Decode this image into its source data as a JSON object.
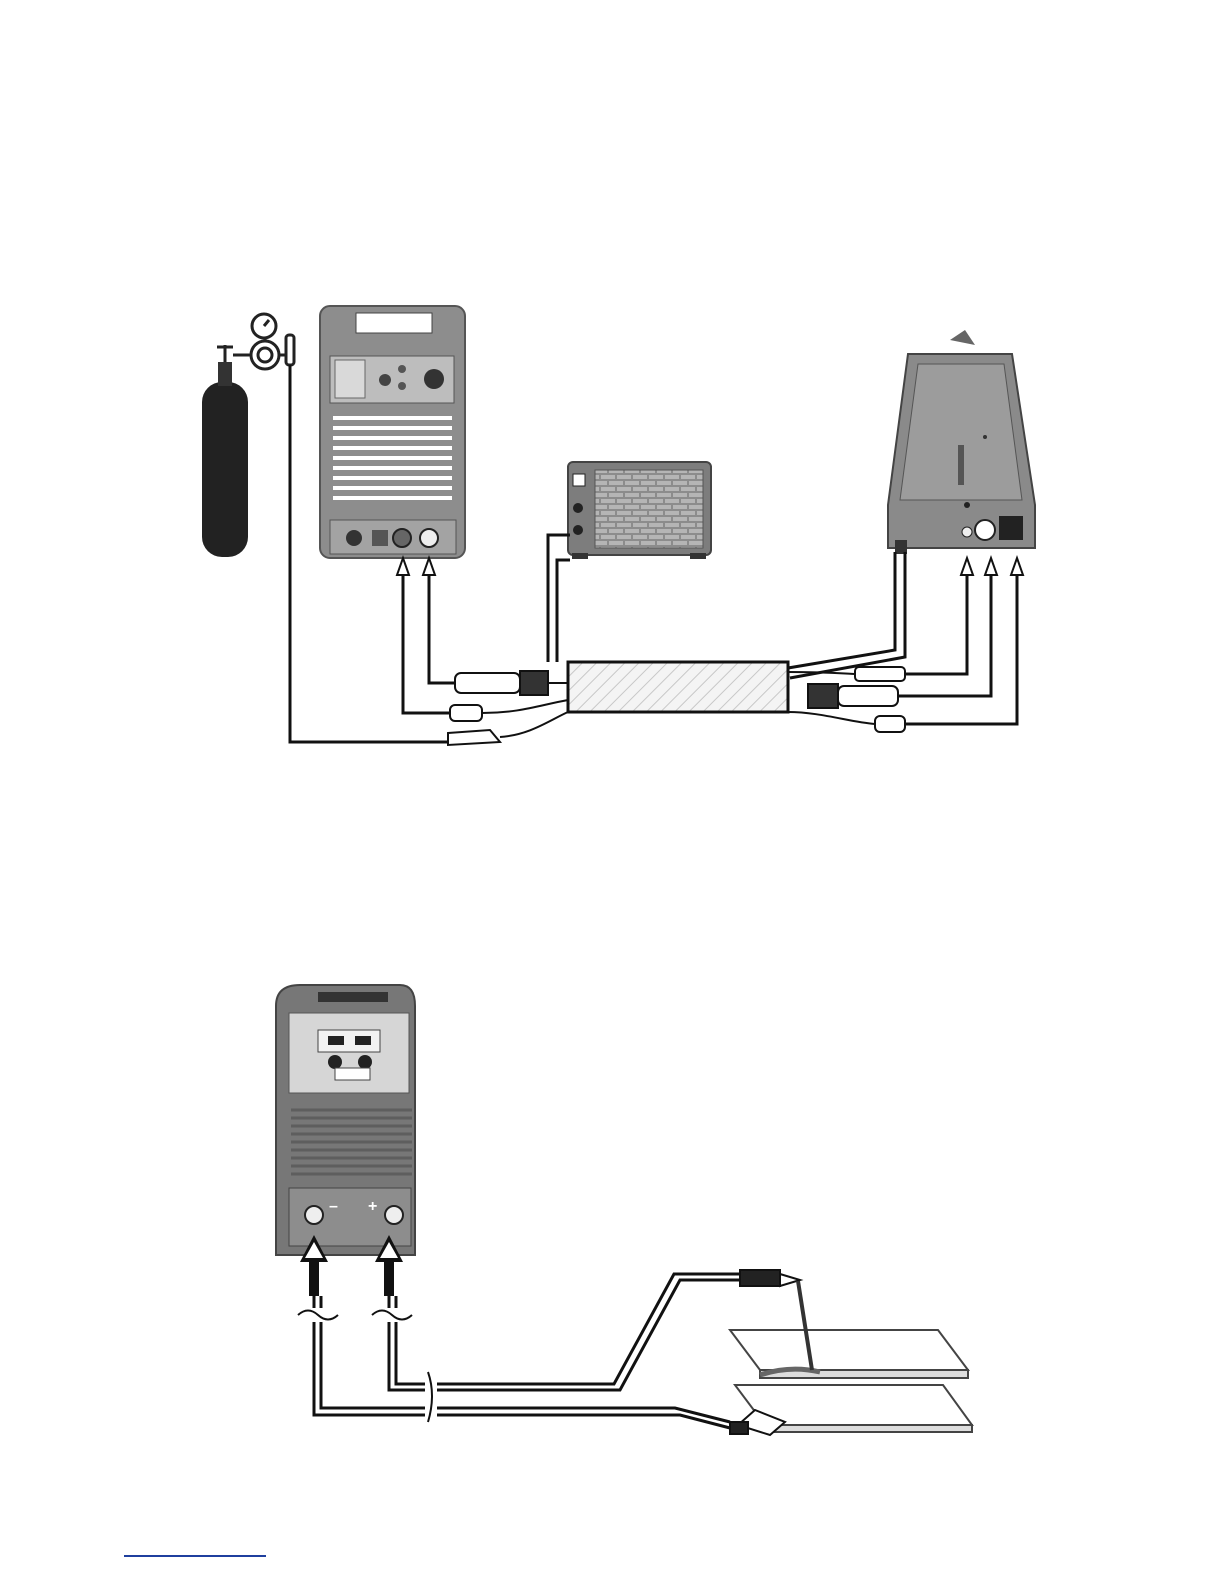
{
  "figure1": {
    "components": [
      "gas-cylinder",
      "pressure-regulator",
      "power-source",
      "cooling-unit",
      "wire-feeder",
      "interconnection-cable"
    ]
  },
  "figure2": {
    "components": [
      "power-source",
      "electrode-holder",
      "work-clamp",
      "workpiece"
    ],
    "terminals": {
      "negative": "–",
      "positive": "+"
    }
  },
  "colors": {
    "ink": "#111111",
    "body_gray": "#8a8a8a",
    "dark_gray": "#5a5a5a",
    "link": "#1f3f9e"
  }
}
